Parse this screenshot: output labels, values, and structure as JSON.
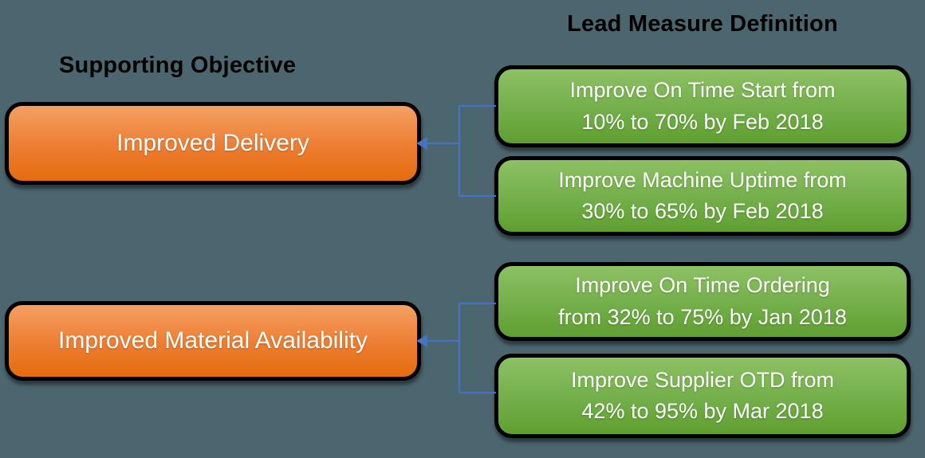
{
  "headers": {
    "left": "Supporting Objective",
    "right": "Lead Measure Definition"
  },
  "objectives": [
    {
      "label": "Improved Delivery",
      "measures": [
        "Improve On Time Start from\n10% to 70% by Feb 2018",
        "Improve Machine Uptime from\n30% to 65% by Feb 2018"
      ]
    },
    {
      "label": "Improved Material Availability",
      "measures": [
        "Improve On Time Ordering\nfrom 32% to 75% by Jan 2018",
        "Improve Supplier OTD from\n42% to 95% by Mar 2018"
      ]
    }
  ],
  "colors": {
    "background": "#4C6670",
    "orange_top": "#F4A063",
    "orange_mid": "#ED7D31",
    "orange_bottom": "#E56C0D",
    "green_top": "#8DC164",
    "green_mid": "#70AD47",
    "green_bottom": "#5F9F30",
    "connector": "#4472C4",
    "heading_text": "#000000",
    "box_text": "#FFFFFF"
  }
}
